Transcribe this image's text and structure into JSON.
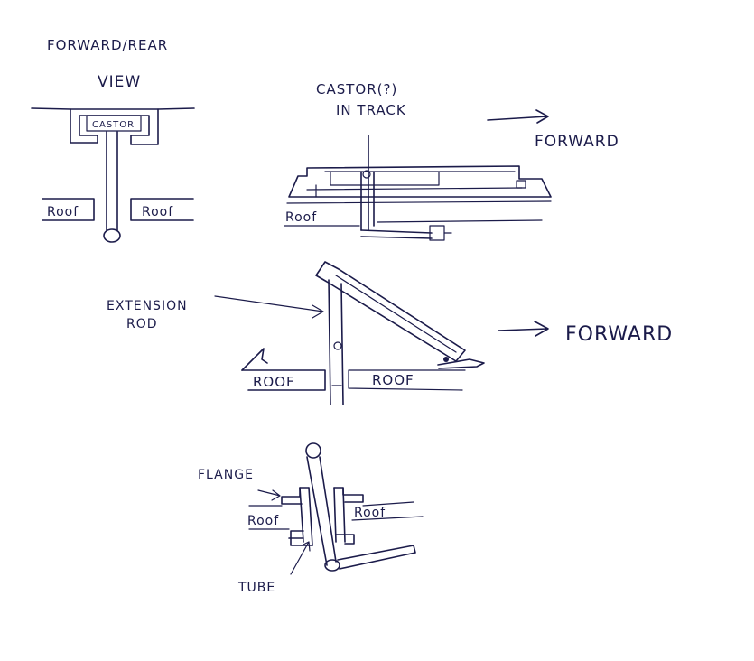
{
  "labels": {
    "view_title_line1": "FORWARD/REAR",
    "view_title_line2": "VIEW",
    "caster_box": "CASTOR",
    "roof": "Roof",
    "roof_upper": "ROOF",
    "caster_note_line1": "CASTOR(?)",
    "caster_note_line2": "IN TRACK",
    "forward": "FORWARD",
    "extension_rod_line1": "EXTENSION",
    "extension_rod_line2": "ROD",
    "flange": "FLANGE",
    "tube": "TUBE"
  },
  "colors": {
    "ink": "#1b1b4a",
    "paper": "#ffffff"
  }
}
